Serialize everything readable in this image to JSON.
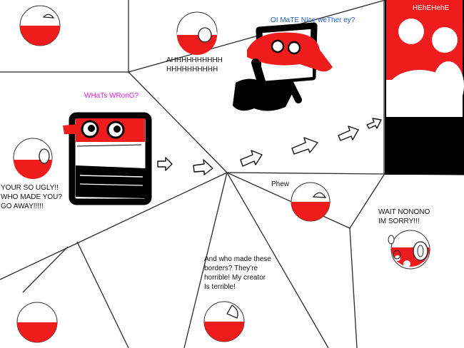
{
  "colors": {
    "polish_red": "#ee1c1c",
    "panel_lines": "#2a2a2a",
    "pink_text": "#e81ee0",
    "blue_text": "#1a5fd6",
    "dark_panel": "#000000"
  },
  "texts": {
    "whats_wrong": "WHaTs WRonG?",
    "scream": "AHHHHHHHHHH\nHHHHHHHHHH",
    "oi_mate": "OI MaTE NIce weTher ey?",
    "hehe": "HEhEHehE",
    "ugly": "YOUR SO UGLY!!\nWHO MADE  YOU?\nGO AWAY!!!!!",
    "phew": "Phew",
    "wait": "WAIT NONONO\nIM SORRY!!!",
    "borders": "And who made these\nborders? They're\nhorrible! My creator\nIs terrible!"
  }
}
